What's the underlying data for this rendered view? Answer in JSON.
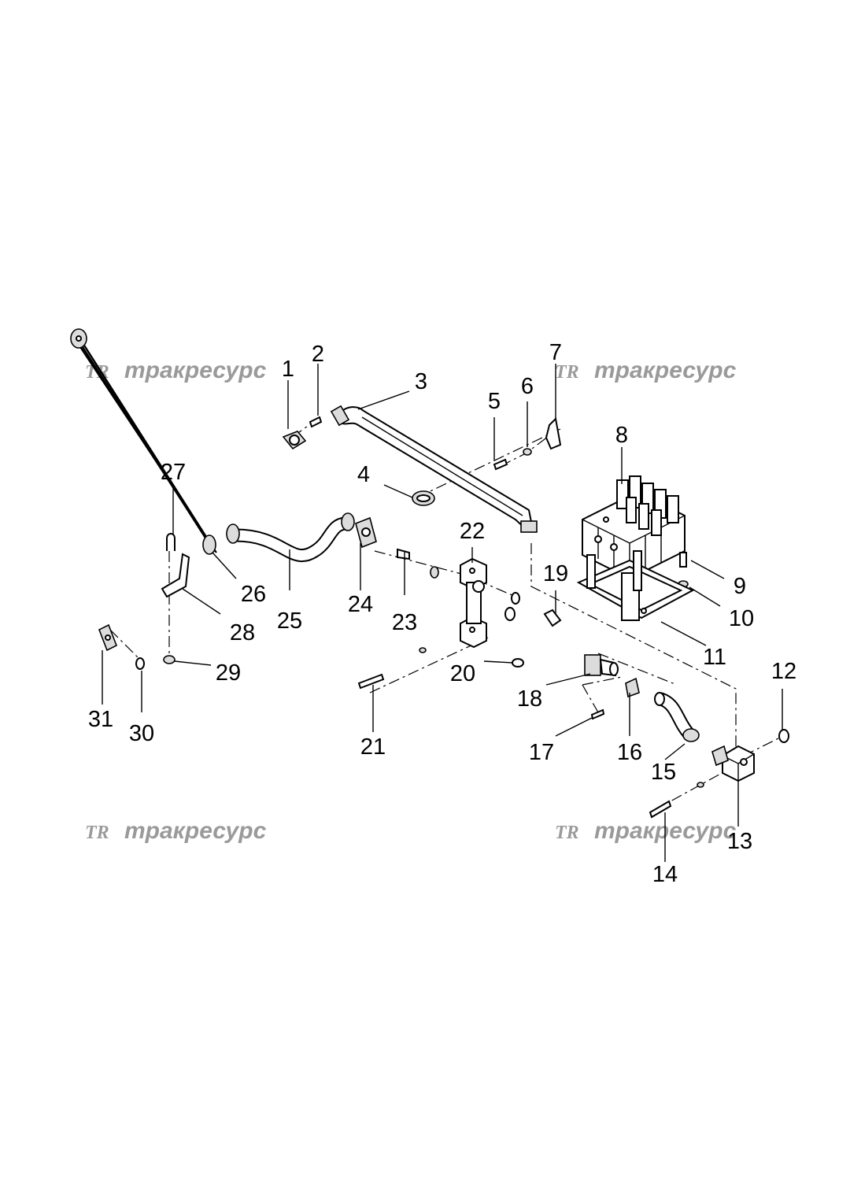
{
  "watermarks": [
    {
      "logo": "TR",
      "text": "тракресурс"
    },
    {
      "logo": "TR",
      "text": "тракресурс"
    },
    {
      "logo": "TR",
      "text": "тракресурс"
    },
    {
      "logo": "TR",
      "text": "тракресурс"
    }
  ],
  "callouts": [
    "1",
    "2",
    "3",
    "4",
    "5",
    "6",
    "7",
    "8",
    "9",
    "10",
    "11",
    "12",
    "13",
    "14",
    "15",
    "16",
    "17",
    "18",
    "19",
    "20",
    "21",
    "22",
    "23",
    "24",
    "25",
    "26",
    "27",
    "28",
    "29",
    "30",
    "31"
  ],
  "colors": {
    "ink": "#000000",
    "watermark": "#9a9a9a",
    "background": "#ffffff"
  }
}
